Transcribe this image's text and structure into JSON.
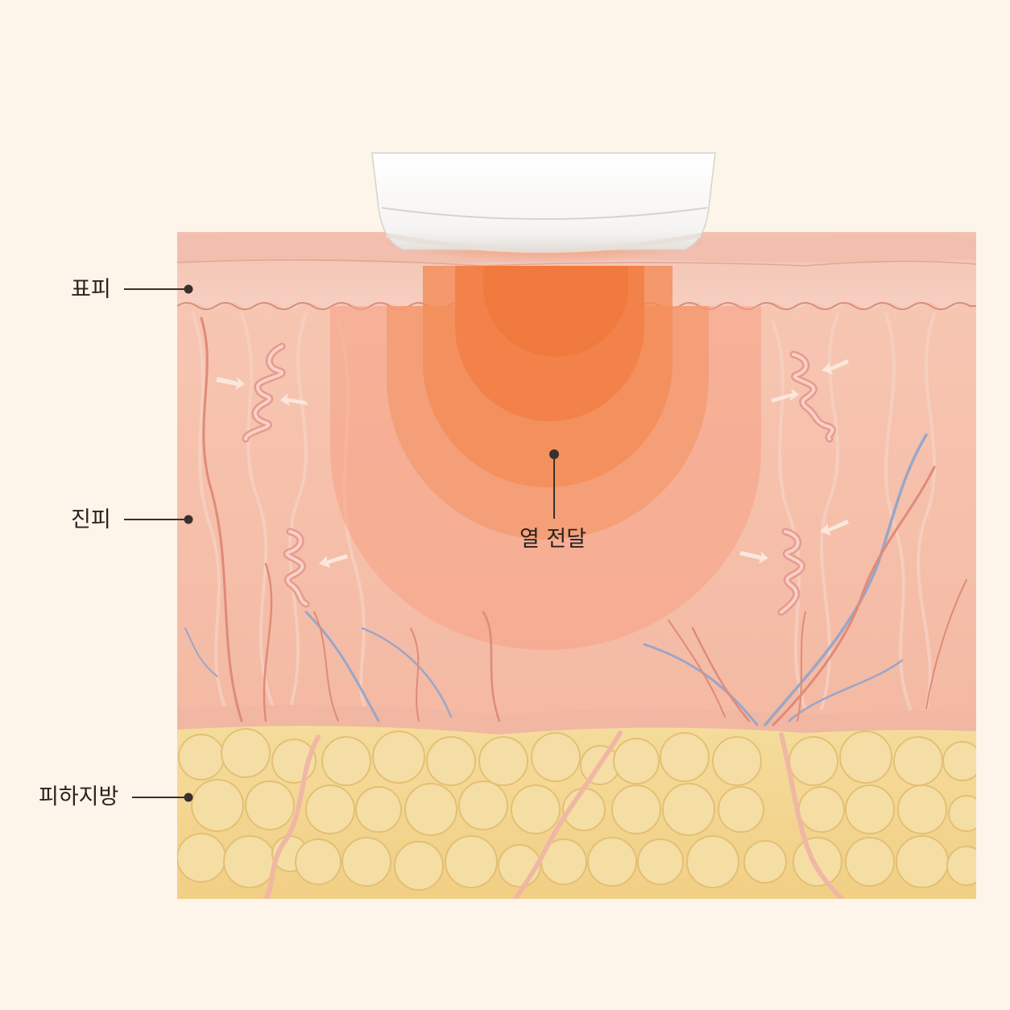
{
  "layers": {
    "epidermis": "표피",
    "dermis": "진피",
    "subcutaneous_fat": "피하지방"
  },
  "heat_label": "열 전달",
  "colors": {
    "background": "#fdf4ea",
    "epidermis": "#f6cbbd",
    "dermis": "#f4b8a2",
    "fat": "#f3d790",
    "heat_core": "#f27a3e",
    "vein": "#9aa6c8",
    "artery": "#e08a78",
    "device": "#ffffff"
  }
}
